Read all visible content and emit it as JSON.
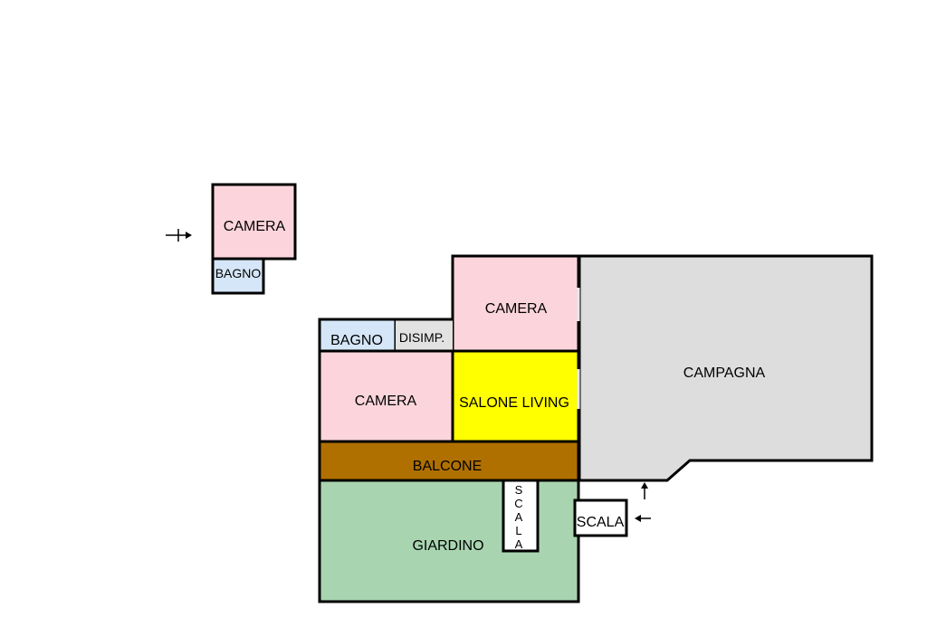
{
  "colors": {
    "camera": "#fcd5dc",
    "bagno": "#d4e6f7",
    "disimpegno": "#e2e2e2",
    "salone": "#ffff00",
    "campagna": "#dddddd",
    "balcone": "#b07000",
    "giardino": "#a8d5b0",
    "wall": "#000000"
  },
  "rooms": {
    "camera_upper": "CAMERA",
    "bagno_upper": "BAGNO",
    "camera_top": "CAMERA",
    "bagno": "BAGNO",
    "disimpegno": "DISIMP.",
    "camera_left": "CAMERA",
    "salone": "SALONE LIVING",
    "campagna": "CAMPAGNA",
    "balcone": "BALCONE",
    "giardino": "GIARDINO",
    "scala_vertical": [
      "S",
      "C",
      "A",
      "L",
      "A"
    ],
    "scala_box": "SCALA"
  },
  "icons": {
    "entry_arrow_upper": "arrow-right-icon",
    "entry_arrow_up": "arrow-up-icon",
    "entry_arrow_left": "arrow-left-icon"
  }
}
